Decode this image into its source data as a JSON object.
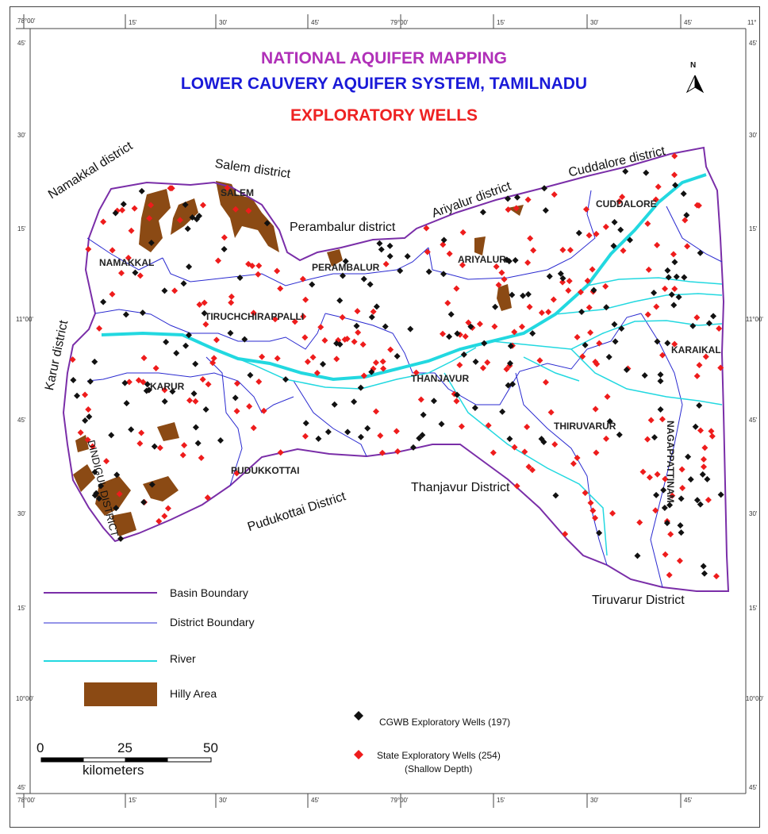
{
  "titles": {
    "line1": "NATIONAL AQUIFER MAPPING",
    "line2": "LOWER CAUVERY AQUIFER SYSTEM, TAMILNADU",
    "line3": "EXPLORATORY WELLS"
  },
  "north_arrow": "N",
  "surrounding_districts": {
    "namakkal": "Namakkal district",
    "salem": "Salem district",
    "perambalur": "Perambalur district",
    "ariyalur": "Ariyalur district",
    "cuddalore": "Cuddalore district",
    "karur": "Karur district",
    "dindigul": "DINDIGUL DISTRICT",
    "pudukottai": "Pudukottai District",
    "thanjavur": "Thanjavur District",
    "tiruvarur": "Tiruvarur District"
  },
  "towns": {
    "salem": "SALEM",
    "namakkal": "NAMAKKAL",
    "perambalur": "PERAMBALUR",
    "ariyalur": "ARIYALUR",
    "cuddalore": "CUDDALORE",
    "tiruchirappalli": "TIRUCHCHIRAPPALLI",
    "karur": "KARUR",
    "thanjavur": "THANJAVUR",
    "thiruvarur": "THIRUVARUR",
    "karaikal": "KARAIKAL",
    "pudukkottai": "PUDUKKOTTAI",
    "nagappattinam": "NAGAPPATTINAM"
  },
  "graticule": {
    "top_ticks": [
      "78°00'",
      "15'",
      "30'",
      "45'",
      "79°00'",
      "15'",
      "30'",
      "45'",
      "11°"
    ],
    "left_ticks": [
      "45'",
      "30'",
      "15'",
      "11°00'",
      "45'",
      "30'",
      "15'",
      "10°00'",
      "45'"
    ]
  },
  "legend": {
    "basin": "Basin Boundary",
    "district": "District Boundary",
    "river": "River",
    "hilly": "Hilly Area",
    "cgwb": "CGWB Exploratory Wells (197)",
    "state": "State Exploratory Wells (254)",
    "state_note": "(Shallow Depth)"
  },
  "scale": {
    "ticks": [
      "0",
      "25",
      "50"
    ],
    "unit": "kilometers"
  },
  "well_counts": {
    "cgwb": 197,
    "state": 254
  },
  "colors": {
    "basin": "#7a2ea8",
    "district": "#2a2ad0",
    "river": "#22d8e0",
    "hilly": "#8b4a14",
    "cgwb": "#111111",
    "state": "#ee1c1c"
  }
}
